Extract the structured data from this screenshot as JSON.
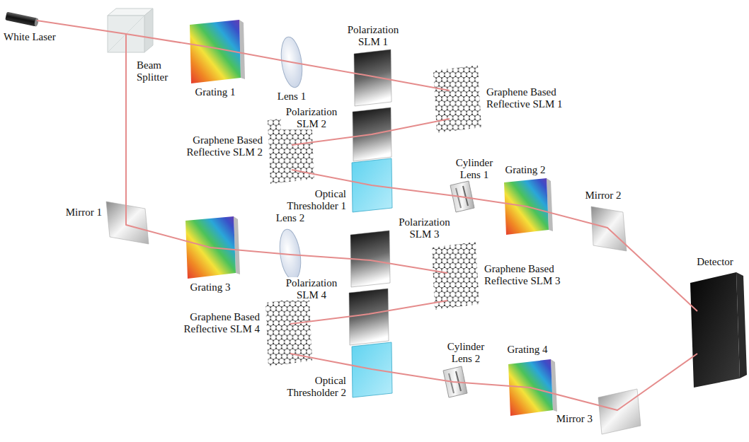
{
  "diagram": {
    "labels": [
      "White Laser",
      "Beam Splitter",
      "Grating 1",
      "Lens 1",
      "Polarization SLM 1",
      "Graphene Based Reflective SLM 1",
      "Polarization SLM 2",
      "Graphene Based Reflective SLM 2",
      "Optical Thresholder 1",
      "Cylinder Lens 1",
      "Grating 2",
      "Mirror 2",
      "Mirror 1",
      "Grating 3",
      "Lens 2",
      "Polarization SLM 3",
      "Graphene Based Reflective SLM 3",
      "Polarization SLM 4",
      "Graphene Based Reflective SLM 4",
      "Optical Thresholder 2",
      "Cylinder Lens 2",
      "Grating 4",
      "Mirror 3",
      "Detector"
    ]
  }
}
